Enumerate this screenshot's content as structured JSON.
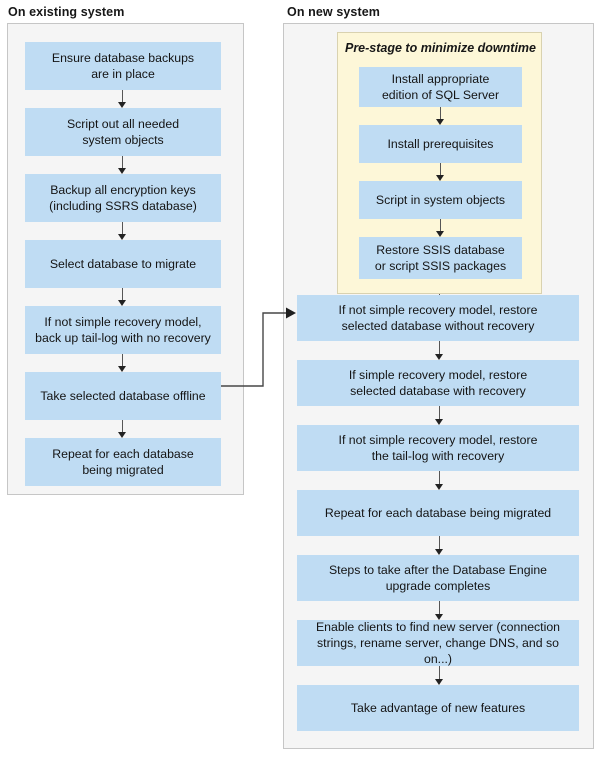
{
  "diagram": {
    "title_left": "On existing system",
    "title_right": "On new system",
    "colors": {
      "node_fill": "#bfdcf3",
      "panel_fill": "#f5f5f5",
      "panel_border": "#c6c6c6",
      "prestage_fill": "#fdf7d8",
      "prestage_border": "#d9d2b0",
      "connector": "#565656",
      "text": "#141414"
    }
  },
  "existing_system": {
    "heading": "On existing system",
    "steps": [
      {
        "id": "ensure-backups",
        "line1": "Ensure database backups",
        "line2": "are in place"
      },
      {
        "id": "script-objects",
        "line1": "Script out all needed",
        "line2": "system objects"
      },
      {
        "id": "backup-keys",
        "line1": "Backup all encryption keys",
        "line2": "(including SSRS database)"
      },
      {
        "id": "select-database",
        "line1": "Select database to migrate",
        "line2": ""
      },
      {
        "id": "backup-tail-log",
        "line1": "If not simple recovery model,",
        "line2": "back up tail-log with no recovery"
      },
      {
        "id": "take-offline",
        "line1": "Take selected database offline",
        "line2": ""
      },
      {
        "id": "repeat-each-database",
        "line1": "Repeat for each database",
        "line2": "being migrated"
      }
    ]
  },
  "new_system": {
    "heading": "On new system",
    "prestage": {
      "title": "Pre-stage to minimize downtime",
      "steps": [
        {
          "id": "install-sql-server",
          "line1": "Install appropriate",
          "line2": "edition of SQL Server"
        },
        {
          "id": "install-prerequisites",
          "line1": "Install prerequisites",
          "line2": ""
        },
        {
          "id": "script-in-objects",
          "line1": "Script in system objects",
          "line2": ""
        },
        {
          "id": "restore-ssis",
          "line1": "Restore SSIS database",
          "line2": "or script SSIS packages"
        }
      ]
    },
    "steps": [
      {
        "id": "restore-without-recovery",
        "line1": "If not simple recovery model, restore",
        "line2": "selected database without recovery"
      },
      {
        "id": "restore-with-recovery",
        "line1": "If simple recovery model, restore",
        "line2": "selected database with recovery"
      },
      {
        "id": "restore-tail-log",
        "line1": "If not simple recovery model, restore",
        "line2": "the tail-log with recovery"
      },
      {
        "id": "repeat-each-database",
        "line1": "Repeat for each database being migrated",
        "line2": ""
      },
      {
        "id": "post-upgrade-steps",
        "line1": "Steps to take after the Database Engine",
        "line2": "upgrade completes"
      },
      {
        "id": "enable-clients",
        "line1": "Enable clients to find new server (connection",
        "line2": "strings, rename server, change DNS, and so on...)"
      },
      {
        "id": "new-features",
        "line1": "Take advantage of new features",
        "line2": ""
      }
    ]
  },
  "connectors": {
    "cross_label": "take-offline-to-restore-without-recovery"
  }
}
